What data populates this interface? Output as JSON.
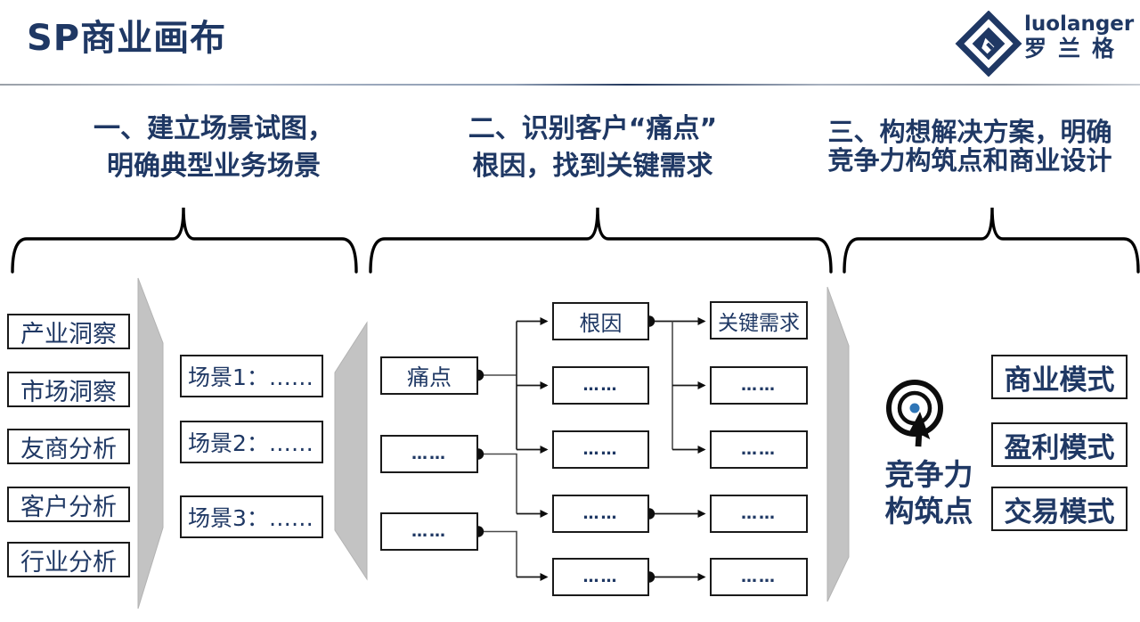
{
  "header": {
    "title": "SP商业画布"
  },
  "logo": {
    "en": "luolanger",
    "cn": "罗兰格",
    "mark": "diamond-g-logo"
  },
  "sections": [
    {
      "line1": "一、建立场景试图，",
      "line2": "明确典型业务场景"
    },
    {
      "line1": "二、识别客户“痛点”",
      "line2": "根因，找到关键需求"
    },
    {
      "line1": "三、构想解决方案，明确",
      "line2": "竞争力构筑点和商业设计"
    }
  ],
  "left_column": {
    "items": [
      "产业洞察",
      "市场洞察",
      "友商分析",
      "客户分析",
      "行业分析"
    ]
  },
  "scenarios": {
    "items": [
      "场景1：……",
      "场景2：……",
      "场景3：……"
    ]
  },
  "flow": {
    "pain_points": [
      "痛点",
      "……",
      "……"
    ],
    "root_causes": [
      "根因",
      "……",
      "……",
      "……",
      "……"
    ],
    "key_needs": [
      "关键需求",
      "……",
      "……",
      "……",
      "……"
    ]
  },
  "solution": {
    "icon": "target-cursor-icon",
    "label_line1": "竞争力",
    "label_line2": "构筑点",
    "models": [
      "商业模式",
      "盈利模式",
      "交易模式"
    ]
  },
  "colors": {
    "navy": "#1f3864",
    "box_border": "#1a1a1a",
    "gray_shape": "#c3c3c3",
    "accent_dot": "#2e75b6",
    "line": "#000000"
  }
}
